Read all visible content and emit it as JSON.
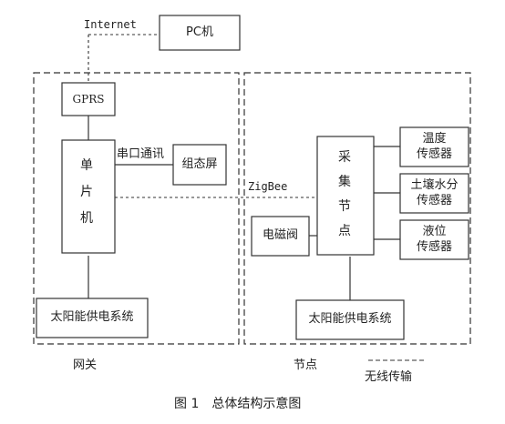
{
  "labels": {
    "internet": "Internet",
    "pc": "PC机",
    "gprs": "GPRS",
    "mcu_chars": [
      "单",
      "片",
      "机"
    ],
    "serial": "串口通讯",
    "screen": "组态屏",
    "zigbee": "ZigBee",
    "solar_gateway": "太阳能供电系统",
    "collector_chars": [
      "采",
      "集",
      "节",
      "点"
    ],
    "temp_sensor": [
      "温度",
      "传感器"
    ],
    "soil_sensor": [
      "土壤水分",
      "传感器"
    ],
    "level_sensor": [
      "液位",
      "传感器"
    ],
    "valve": "电磁阀",
    "solar_node": "太阳能供电系统",
    "region_gateway": "网关",
    "region_node": "节点",
    "legend_wireless": "无线传输",
    "caption": "图 1　总体结构示意图"
  },
  "colors": {
    "line": "#333333",
    "text": "#222222",
    "background": "#ffffff"
  }
}
